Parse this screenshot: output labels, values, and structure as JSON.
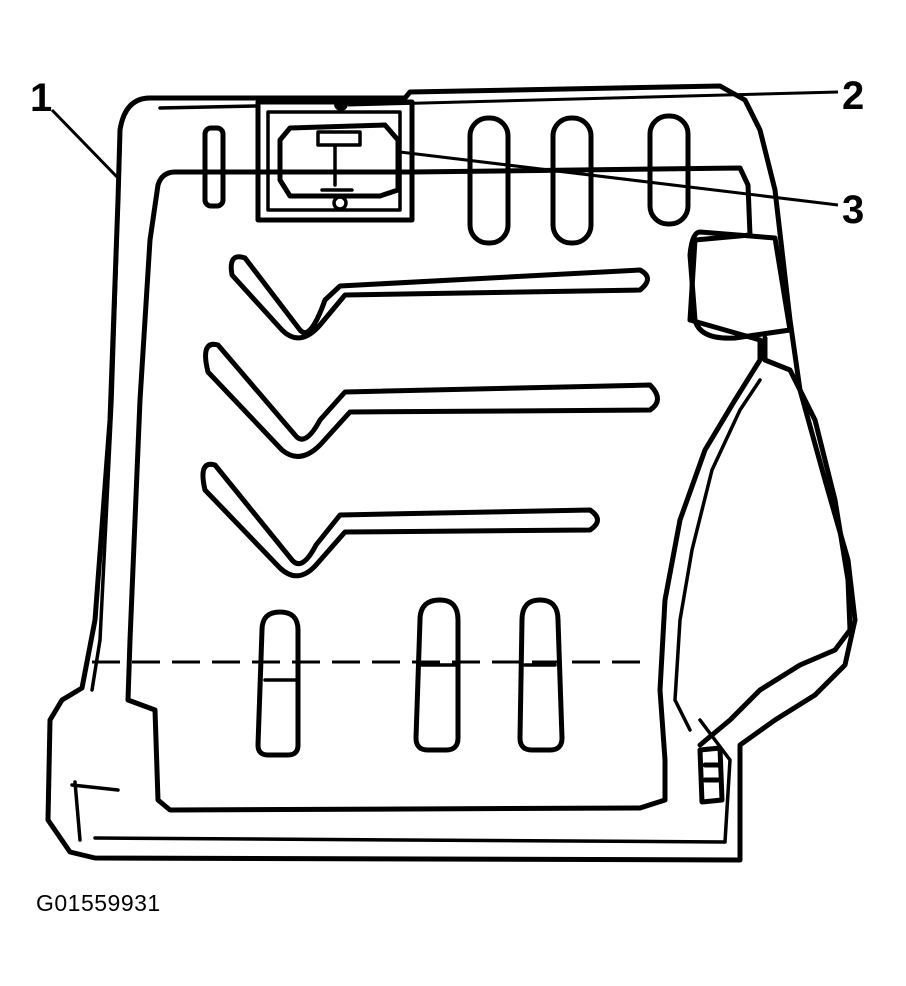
{
  "callouts": {
    "item_1": "1",
    "item_2": "2",
    "item_3": "3"
  },
  "figure_id": "G01559931",
  "colors": {
    "line": "#000000",
    "background": "#ffffff"
  }
}
